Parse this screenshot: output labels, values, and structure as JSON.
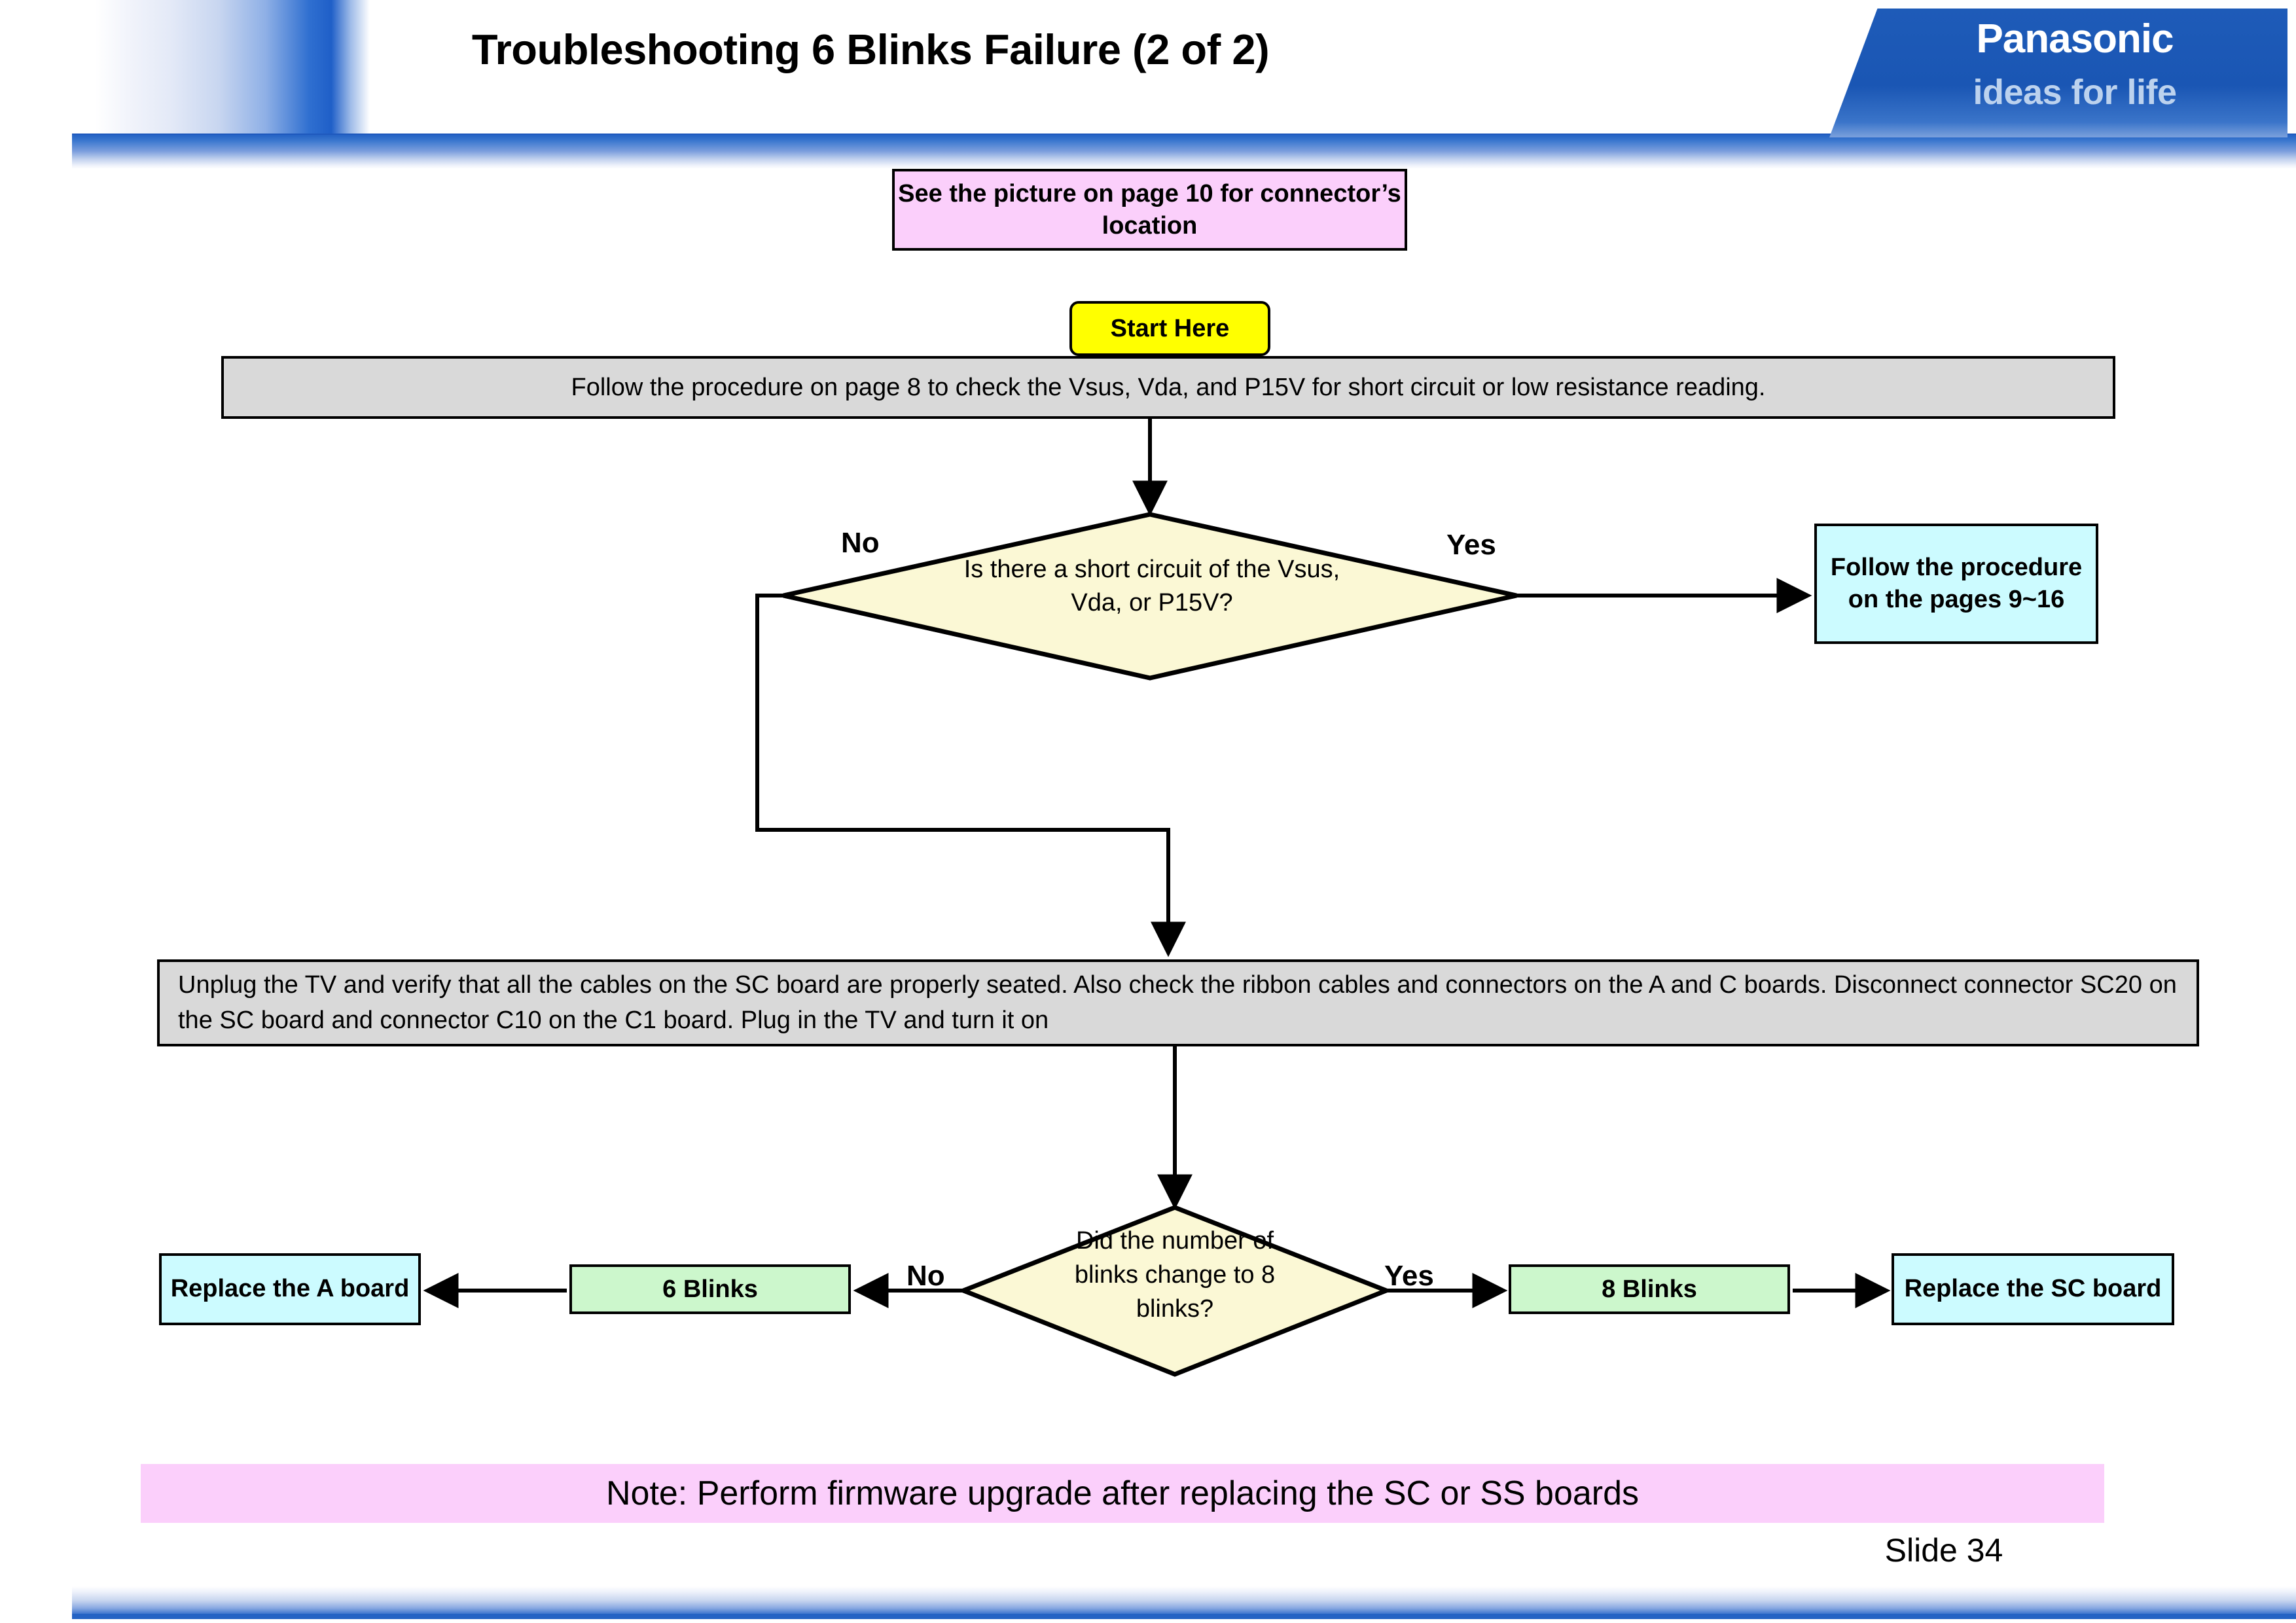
{
  "header": {
    "title": "Troubleshooting 6 Blinks Failure (2 of 2)",
    "logo_wordmark": "Panasonic",
    "logo_tagline": "ideas for life",
    "accent_color": "#2463c4"
  },
  "flowchart": {
    "note_top": "See the picture on page 10 for connector’s location",
    "start": "Start Here",
    "procedure_bar": "Follow the procedure on page 8  to check the Vsus, Vda, and P15V for short circuit or low resistance reading.",
    "decision_1": "Is there a short circuit of the Vsus, Vda, or P15V?",
    "decision_1_no": "No",
    "decision_1_yes": "Yes",
    "reference_pages": "Follow the procedure on the pages 9~16",
    "unplug_bar": "Unplug the TV  and verify that all the cables on the SC board are properly seated. Also check the ribbon cables and connectors on the A and C boards. Disconnect connector SC20 on the SC board and connector C10 on the C1 board. Plug in the TV and turn it on",
    "decision_2": "Did the number of blinks change to 8 blinks?",
    "decision_2_no": "No",
    "decision_2_yes": "Yes",
    "blinks_6": "6 Blinks",
    "blinks_8": "8 Blinks",
    "replace_a_board": "Replace the A board",
    "replace_sc_board": "Replace the SC board",
    "colors": {
      "note": "#fbcffb",
      "process": "#d9d9d9",
      "start": "#ffff00",
      "decision": "#fbf8d5",
      "terminal": "#ccfbff",
      "result": "#ccf7cc",
      "stroke": "#000000"
    }
  },
  "footer": {
    "note_bottom": "Note: Perform firmware upgrade after replacing the SC or SS boards",
    "slide_number": "Slide 34"
  }
}
